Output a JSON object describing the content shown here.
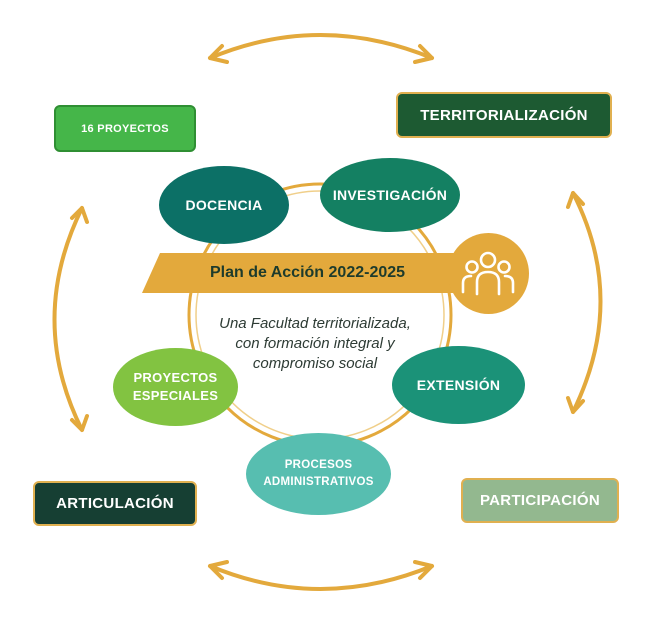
{
  "colors": {
    "arrow": "#e3a93c",
    "ring": "#e3a93c",
    "banner": "#e3a93c",
    "territorializacion": "#1d5a32",
    "articulacion": "#163f33",
    "participacion": "#93b88f",
    "proyectos": "#45b649",
    "docencia": "#0c7066",
    "investigacion": "#148062",
    "extension": "#1b9278",
    "proyectos_especiales": "#82c341",
    "procesos": "#57beb0"
  },
  "corners": {
    "proyectos": "16 PROYECTOS",
    "territorializacion": "TERRITORIALIZACIÓN",
    "articulacion": "ARTICULACIÓN",
    "participacion": "PARTICIPACIÓN"
  },
  "axes": {
    "docencia": "DOCENCIA",
    "investigacion": "INVESTIGACIÓN",
    "extension": "EXTENSIÓN",
    "proyectos_especiales": "PROYECTOS\nESPECIALES",
    "procesos": "PROCESOS\nADMINISTRATIVOS"
  },
  "center": {
    "title": "Plan de Acción 2022-2025",
    "vision_lines": [
      "Una Facultad territorializada,",
      "con formación integral y",
      "compromiso social"
    ],
    "icon": "people-group-icon"
  },
  "cycle_arrows": [
    "top",
    "right",
    "bottom",
    "left"
  ]
}
